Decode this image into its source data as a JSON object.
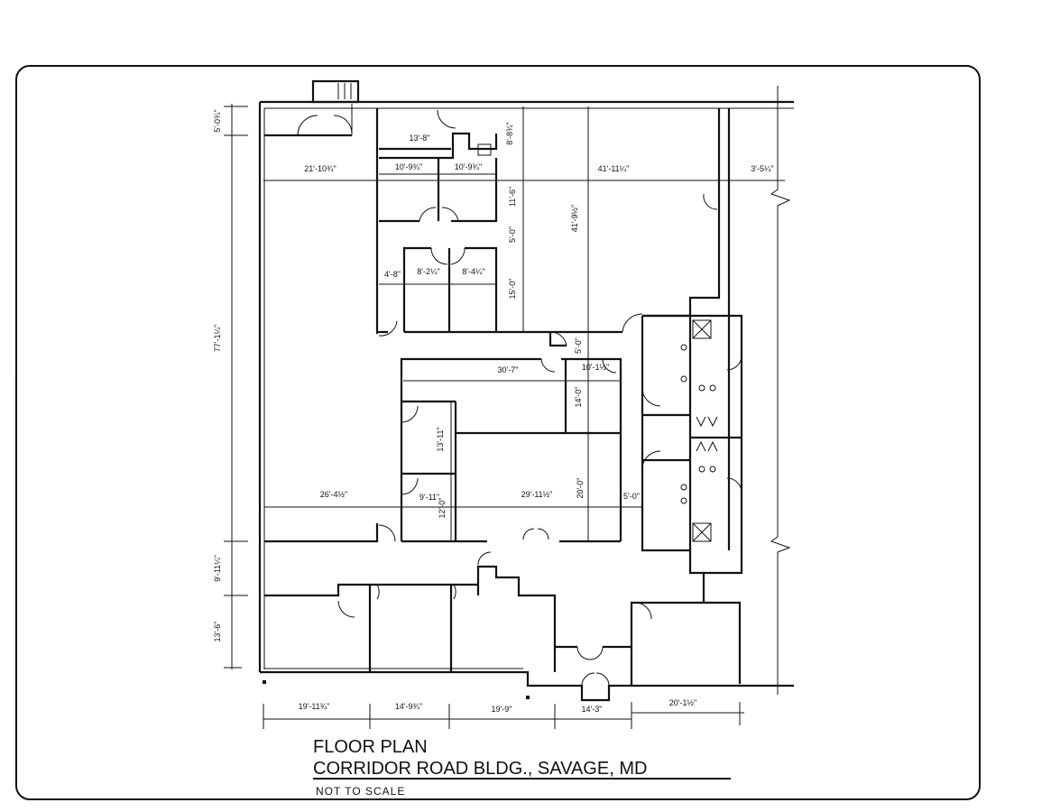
{
  "title": {
    "line1": "FLOOR PLAN",
    "line2": "CORRIDOR ROAD BLDG., SAVAGE, MD",
    "scale_note": "NOT TO SCALE"
  },
  "dimensions": {
    "left": [
      "5'-0¾\"",
      "77'-1¼\"",
      "9'-11¼\"",
      "13'-6\""
    ],
    "top_row": [
      "21'-10¾\"",
      "10'-9¾\"",
      "10'-9¾\"",
      "41'-11¼\"",
      "3'-5¼\""
    ],
    "upper": {
      "room_a": "13'-8\"",
      "v1": "8'-8¾\"",
      "v2": "11'-6\"",
      "v3": "5'-0\"",
      "v4": "15'-0\"",
      "big": "41'-9½\"",
      "corr": "4'-8\"",
      "office1": "8'-2¼\"",
      "office2": "8'-4¼\""
    },
    "middle": {
      "v_corr": "5'-0\"",
      "long": "30'-7\"",
      "small": "10'-1½\"",
      "v14": "14'-0\"",
      "v13": "13'-11\"",
      "left_open": "26'-4½\"",
      "room_b": "9'-11\"",
      "v12": "12'-0\"",
      "room_c": "29'-11½\"",
      "v20": "20'-0\"",
      "corr2": "5'-0\""
    },
    "bottom": [
      "19'-11¾\"",
      "14'-9¾\"",
      "19'-9\"",
      "14'-3\"",
      "20'-1½\""
    ]
  }
}
